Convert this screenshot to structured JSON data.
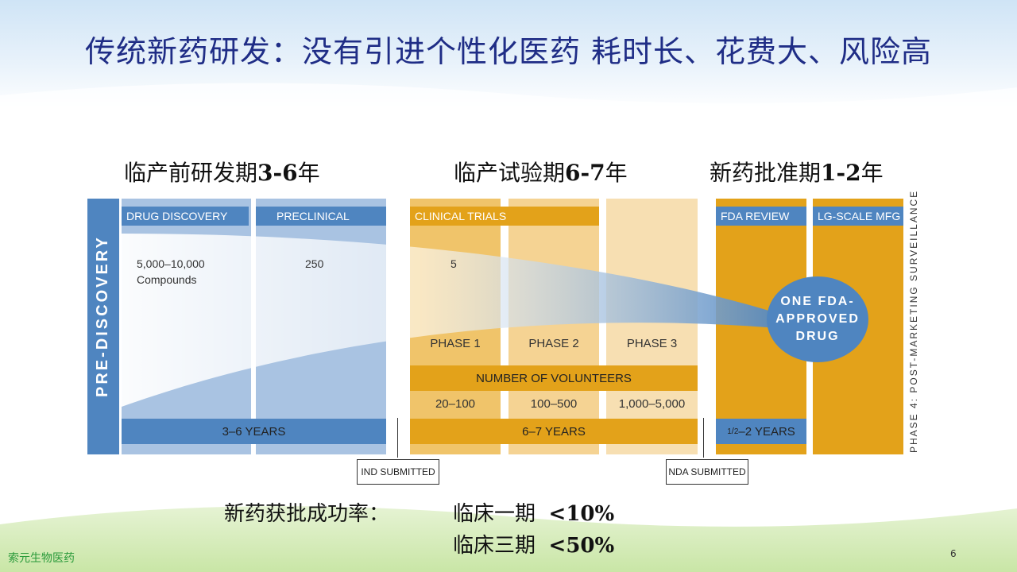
{
  "title": "传统新药研发：没有引进个性化医药  耗时长、花费大、风险高",
  "phase_labels": {
    "preclinical": {
      "prefix": "临产前研发期",
      "years": "3-6",
      "suffix": "年"
    },
    "clinical": {
      "prefix": "临产试验期",
      "years": "6-7",
      "suffix": "年"
    },
    "approval": {
      "prefix": "新药批准期",
      "years": "1-2",
      "suffix": "年"
    }
  },
  "diagram": {
    "pre_discovery": "PRE-DISCOVERY",
    "headers": {
      "drug_discovery": "DRUG DISCOVERY",
      "preclinical": "PRECLINICAL",
      "clinical_trials": "CLINICAL TRIALS",
      "fda_review": "FDA REVIEW",
      "lg_scale_mfg": "LG-SCALE MFG"
    },
    "compounds": {
      "count": "5,000–10,000",
      "label": "Compounds"
    },
    "preclinical_count": "250",
    "clinical_count": "5",
    "phases": [
      "PHASE 1",
      "PHASE 2",
      "PHASE 3"
    ],
    "volunteers_label": "NUMBER OF VOLUNTEERS",
    "volunteers": [
      "20–100",
      "100–500",
      "1,000–5,000"
    ],
    "years": {
      "preclinical": "3–6 YEARS",
      "clinical": "6–7 YEARS",
      "approval_num": "1",
      "approval_den": "2",
      "approval_rest": "–2 YEARS"
    },
    "approved": [
      "ONE FDA-",
      "APPROVED",
      "DRUG"
    ],
    "phase4": "PHASE 4: POST-MARKETING SURVEILLANCE",
    "ind_submitted": "IND SUBMITTED",
    "nda_submitted": "NDA SUBMITTED"
  },
  "success": {
    "label": "新药获批成功率：",
    "rows": [
      {
        "phase": "临床一期",
        "rate": "<10%"
      },
      {
        "phase": "临床三期",
        "rate": "<50%"
      }
    ]
  },
  "footer": "索元生物医药",
  "page_number": "6",
  "colors": {
    "title": "#1f2d86",
    "blue": "#4f85c0",
    "light_blue": "#a9c3e2",
    "gold": "#e3a21a",
    "light_gold": "#f0c46a",
    "pale_gold": "#f5dcac"
  }
}
